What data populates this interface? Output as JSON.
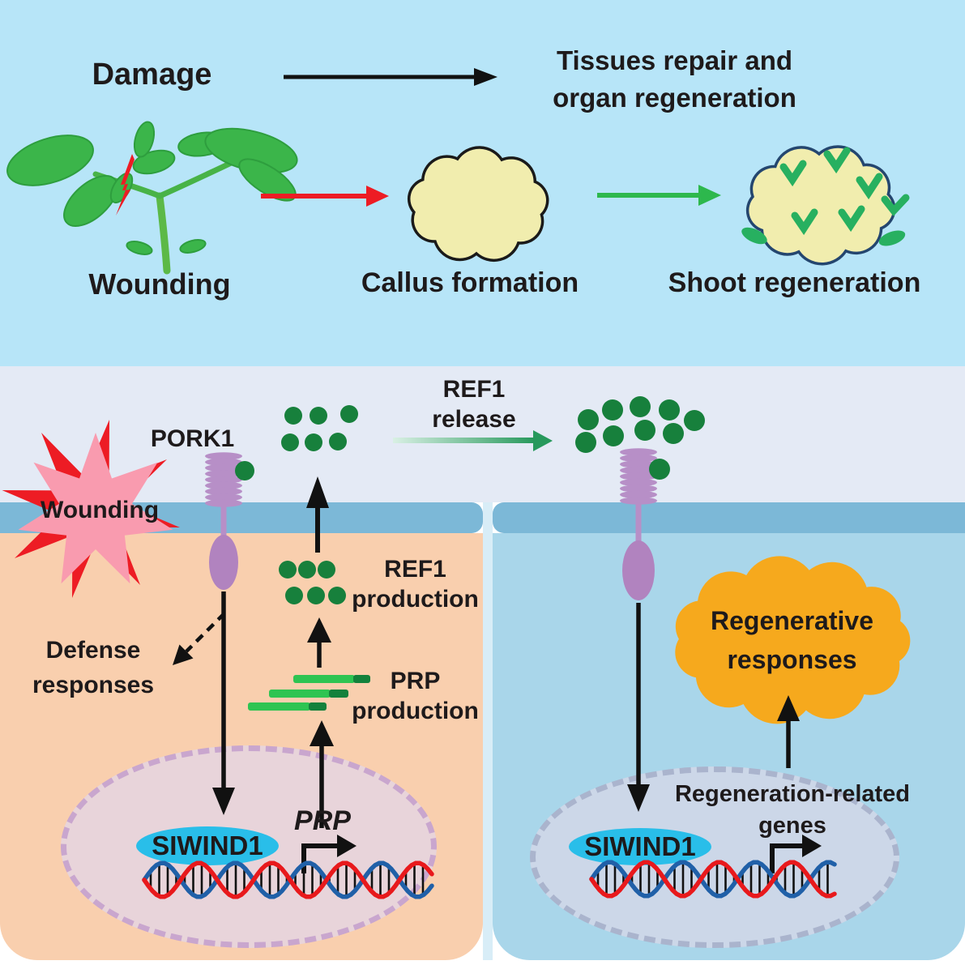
{
  "top_panel": {
    "damage": "Damage",
    "tissues_line1": "Tissues repair and",
    "tissues_line2": "organ regeneration",
    "wounding": "Wounding",
    "callus": "Callus formation",
    "shoot": "Shoot regeneration"
  },
  "signaling_panel": {
    "pork1": "PORK1",
    "ref1_release_line1": "REF1",
    "ref1_release_line2": "release",
    "wounding_star": "Wounding",
    "ref1_production_line1": "REF1",
    "ref1_production_line2": "production",
    "defense_line1": "Defense",
    "defense_line2": "responses",
    "prp_production_line1": "PRP",
    "prp_production_line2": "production",
    "prp_gene": "PRP",
    "siwind1_left": "SIWIND1",
    "siwind1_right": "SIWIND1",
    "regenerative_line1": "Regenerative",
    "regenerative_line2": "responses",
    "regen_genes_line1": "Regeneration-related",
    "regen_genes_line2": "genes"
  },
  "icons": {
    "wounded_plant": "plant-with-lightning-icon",
    "lightning": "lightning-icon",
    "callus_blob": "callus-cloud-icon",
    "shoot_blob": "shoot-regeneration-cloud-icon",
    "wounding_burst": "wounding-starburst-icon",
    "receptor": "pork1-receptor-icon",
    "peptide_dots": "ref1-peptide-dots-icon",
    "transcripts": "prp-transcript-bars-icon",
    "dna": "dna-helix-icon",
    "transcription_arrow": "transcription-start-arrow-icon",
    "regen_cloud": "regenerative-responses-cloud-icon"
  },
  "colors": {
    "top_bg": "#b7e5f8",
    "apoplast_bg": "#e4eaf5",
    "membrane": "#7cb8d7",
    "left_cell": "#f9cfae",
    "right_cell": "#a9d6ea",
    "left_nucleus_fill": "#e8d4da",
    "left_nucleus_border": "#c9a6ce",
    "right_nucleus_fill": "#ccd7e8",
    "right_nucleus_border": "#aab4cd",
    "receptor_purple": "#b78fc7",
    "peptide_green": "#17803c",
    "cloud_orange": "#f6a91d",
    "siwind1_cyan": "#29bee9",
    "callus_cream": "#f1edae",
    "star_pink": "#f99baf",
    "star_red": "#ed1c24",
    "dna_blue": "#2060a8",
    "dna_red": "#e8191c",
    "transcript_light_green": "#2ec452",
    "transcript_dark_green": "#13813c",
    "arrow_black": "#111111",
    "arrow_green": "#2db84d"
  }
}
